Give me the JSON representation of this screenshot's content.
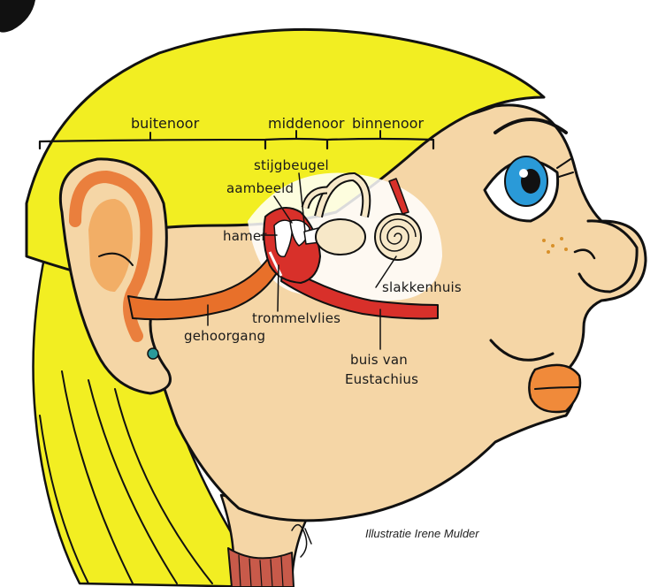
{
  "labels": {
    "buitenoor": "buitenoor",
    "middenoor": "middenoor",
    "binnenoor": "binnenoor",
    "stijgbeugel": "stijgbeugel",
    "aambeeld": "aambeeld",
    "hamer": "hamer",
    "slakkenhuis": "slakkenhuis",
    "trommelvlies": "trommelvlies",
    "gehoorgang": "gehoorgang",
    "buis_van": "buis van",
    "eustachius": "Eustachius"
  },
  "credit": "Illustratie Irene Mulder",
  "colors": {
    "hair": "#f2ee22",
    "skin": "#f5d6a6",
    "ear_canal": "#e8702a",
    "middle_ear_red": "#d8302a",
    "cochlea": "#f7e8c8",
    "eye_iris": "#2a9ad8",
    "lips": "#f08a3a"
  }
}
